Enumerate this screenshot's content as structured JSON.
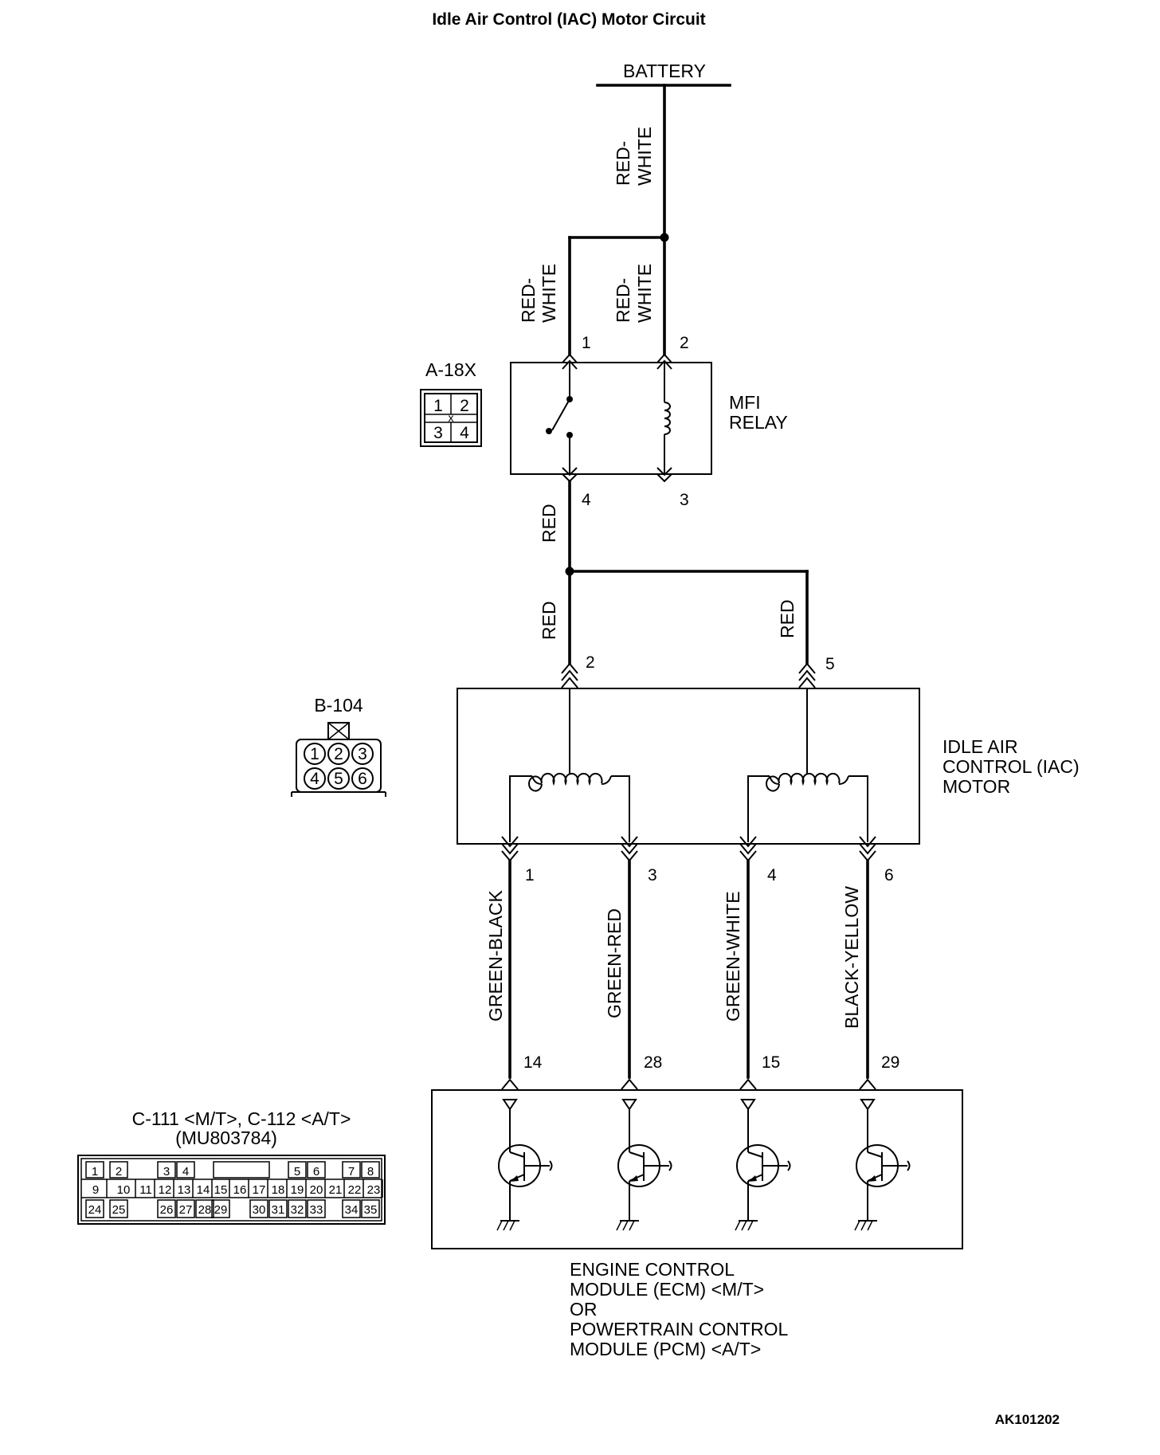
{
  "title": "Idle Air Control (IAC) Motor Circuit",
  "battery_label": "BATTERY",
  "figure_code": "AK101202",
  "wire_colors": {
    "red_white_1": "RED-",
    "red_white_2": "WHITE",
    "red": "RED",
    "green_black": "GREEN-BLACK",
    "green_red": "GREEN-RED",
    "green_white": "GREEN-WHITE",
    "black_yellow": "BLACK-YELLOW"
  },
  "mfi_relay": {
    "label_line1": "MFI",
    "label_line2": "RELAY",
    "connector": "A-18X",
    "pins": [
      "1",
      "2",
      "4",
      "3"
    ],
    "connector_pins": [
      "1",
      "2",
      "3",
      "4"
    ],
    "center_mark": "x"
  },
  "iac_motor": {
    "label_line1": "IDLE AIR",
    "label_line2": "CONTROL (IAC)",
    "label_line3": "MOTOR",
    "connector": "B-104",
    "supply_pins": [
      "2",
      "5"
    ],
    "coil_pins": [
      "1",
      "3",
      "4",
      "6"
    ],
    "connector_pins": [
      "1",
      "2",
      "3",
      "4",
      "5",
      "6"
    ]
  },
  "ecm": {
    "label_line1": "ENGINE CONTROL",
    "label_line2": "MODULE (ECM) <M/T>",
    "label_line3": "OR",
    "label_line4": "POWERTRAIN CONTROL",
    "label_line5": "MODULE (PCM) <A/T>",
    "pins": [
      "14",
      "28",
      "15",
      "29"
    ],
    "connector_line1": "C-111 <M/T>, C-112 <A/T>",
    "connector_line2": "(MU803784)",
    "connector_row1": [
      "1",
      "2",
      "3",
      "4",
      "5",
      "6",
      "7",
      "8"
    ],
    "connector_row2": [
      "9",
      "10",
      "11",
      "12",
      "13",
      "14",
      "15",
      "16",
      "17",
      "18",
      "19",
      "20",
      "21",
      "22",
      "23"
    ],
    "connector_row3": [
      "24",
      "25",
      "26",
      "27",
      "28",
      "29",
      "30",
      "31",
      "32",
      "33",
      "34",
      "35"
    ]
  }
}
